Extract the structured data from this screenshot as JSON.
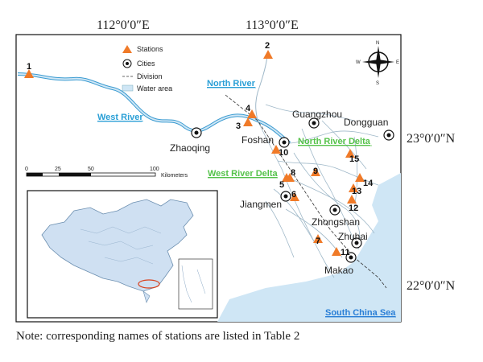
{
  "coordinates": {
    "lon_left": "112°0′0″E",
    "lon_right": "113°0′0″E",
    "lat_top": "23°0′0″N",
    "lat_bottom": "22°0′0″N"
  },
  "legend": {
    "stations": "Stations",
    "cities": "Cities",
    "division": "Division",
    "water_area": "Water area"
  },
  "rivers": {
    "north_river": "North River",
    "west_river": "West River",
    "north_river_delta": "North River Delta",
    "west_river_delta": "West River Delta",
    "south_china_sea": "South China Sea"
  },
  "cities": {
    "guangzhou": "Guangzhou",
    "dongguan": "Dongguan",
    "zhaoqing": "Zhaoqing",
    "foshan": "Foshan",
    "jiangmen": "Jiangmen",
    "zhongshan": "Zhongshan",
    "zhuhai": "Zhuhai",
    "makao": "Makao"
  },
  "stations": {
    "s1": "1",
    "s2": "2",
    "s3": "3",
    "s4": "4",
    "s5": "5",
    "s6": "6",
    "s7": "7",
    "s8": "8",
    "s9": "9",
    "s10": "10",
    "s11": "11",
    "s12": "12",
    "s13": "13",
    "s14": "14",
    "s15": "15"
  },
  "scale": {
    "t0": "0",
    "t25": "25",
    "t50": "50",
    "t100": "100",
    "unit": "Kilometers"
  },
  "compass": {
    "n": "N",
    "s": "S",
    "e": "E",
    "w": "W"
  },
  "colors": {
    "station": "#f07a28",
    "water": "#cfe6f5",
    "river_line": "#3a9bd1",
    "inset_land": "#cfe0f2"
  },
  "note": "Note: corresponding names of stations are listed in Table 2"
}
